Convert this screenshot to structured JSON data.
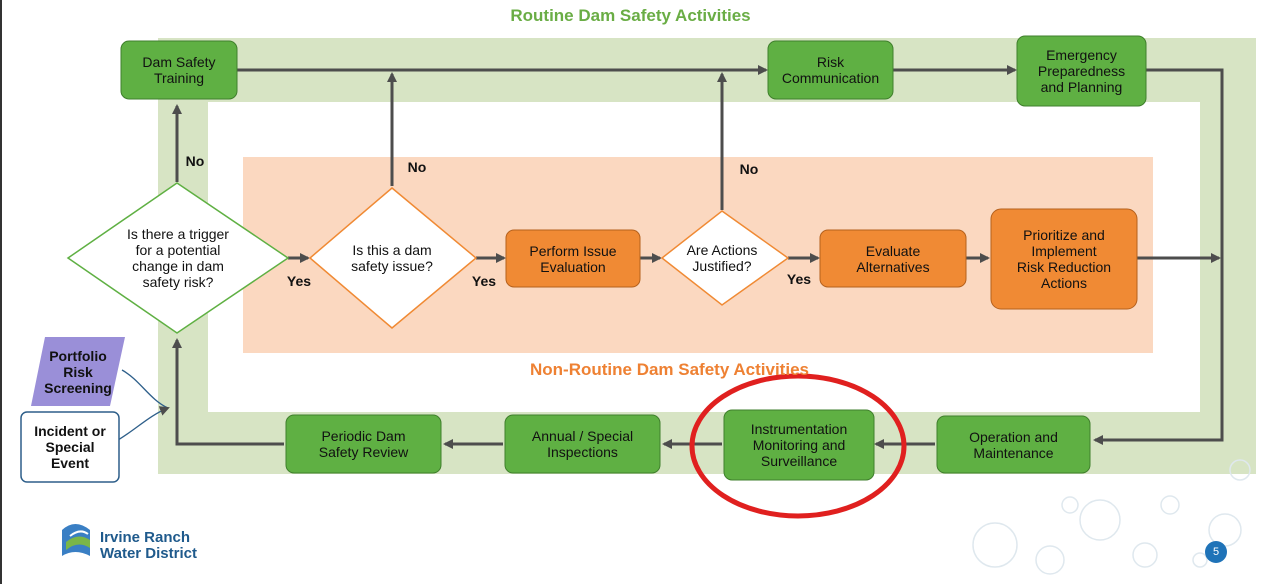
{
  "titles": {
    "routine": "Routine Dam Safety Activities",
    "non_routine": "Non-Routine Dam Safety Activities"
  },
  "boxes": {
    "dam_safety_training": "Dam Safety\nTraining",
    "risk_communication": "Risk\nCommunication",
    "emergency_preparedness": "Emergency\nPreparedness\nand Planning",
    "perform_issue_evaluation": "Perform Issue\nEvaluation",
    "evaluate_alternatives": "Evaluate\nAlternatives",
    "prioritize_implement": "Prioritize and\nImplement\nRisk Reduction\nActions",
    "operation_maintenance": "Operation and\nMaintenance",
    "instrumentation": "Instrumentation\nMonitoring and\nSurveillance",
    "annual_special": "Annual / Special\nInspections",
    "periodic_review": "Periodic Dam\nSafety Review"
  },
  "decisions": {
    "trigger": "Is there a trigger\nfor a potential\nchange in dam\nsafety risk?",
    "dam_safety_issue": "Is this a dam\nsafety issue?",
    "actions_justified": "Are Actions\nJustified?"
  },
  "edge_labels": {
    "no": "No",
    "yes": "Yes"
  },
  "inputs": {
    "portfolio": "Portfolio\nRisk\nScreening",
    "incident": "Incident or\nSpecial\nEvent"
  },
  "logo": {
    "line1": "Irvine Ranch",
    "line2": "Water District"
  },
  "page_number": "5",
  "colors": {
    "green_fill": "#5fb043",
    "green_band": "#d7e4c4",
    "orange_fill": "#f08a34",
    "orange_band": "#fbd8c0",
    "purple": "#9a8fd8",
    "highlight_red": "#e0201f",
    "arrow": "#4d4d4d"
  }
}
